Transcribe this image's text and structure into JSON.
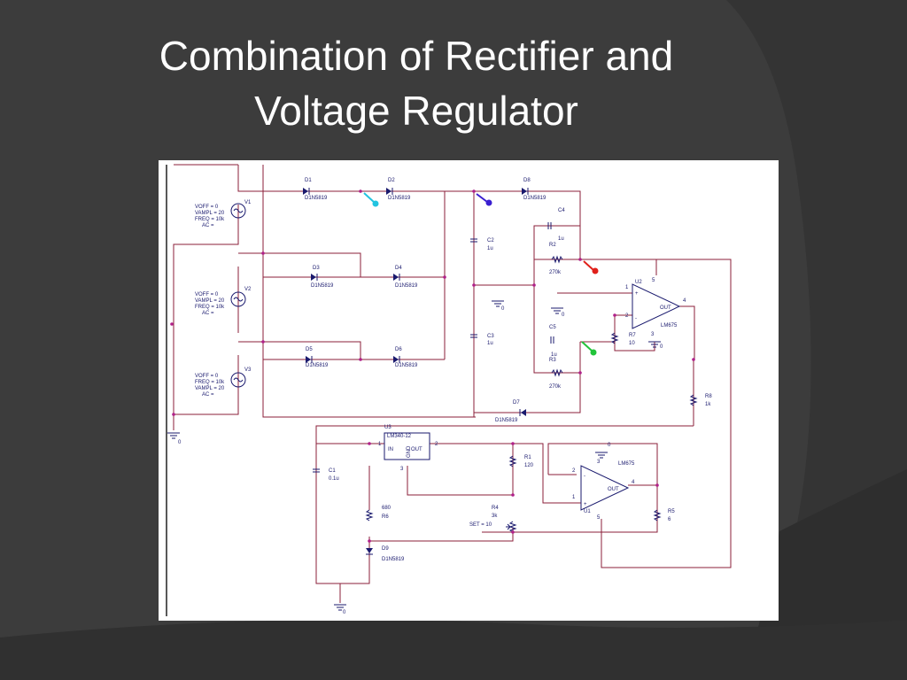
{
  "slide": {
    "title_line1": "Combination of Rectifier and",
    "title_line2": "Voltage Regulator"
  },
  "schematic": {
    "sources": [
      {
        "name": "V1",
        "params": [
          "VOFF = 0",
          "VAMPL = 20",
          "FREQ = 10k",
          "AC ="
        ]
      },
      {
        "name": "V2",
        "params": [
          "VOFF = 0",
          "VAMPL = 20",
          "FREQ = 10k",
          "AC ="
        ]
      },
      {
        "name": "V3",
        "params": [
          "VOFF = 0",
          "FREQ = 10k",
          "VAMPL = 20",
          "AC ="
        ]
      }
    ],
    "diodes": [
      {
        "ref": "D1",
        "part": "D1N5819"
      },
      {
        "ref": "D2",
        "part": "D1N5819"
      },
      {
        "ref": "D3",
        "part": "D1N5819"
      },
      {
        "ref": "D4",
        "part": "D1N5819"
      },
      {
        "ref": "D5",
        "part": "D1N5819"
      },
      {
        "ref": "D6",
        "part": "D1N5819"
      },
      {
        "ref": "D7",
        "part": "D1N5819"
      },
      {
        "ref": "D8",
        "part": "D1N5819"
      },
      {
        "ref": "D9",
        "part": "D1N5819"
      }
    ],
    "capacitors": [
      {
        "ref": "C1",
        "value": "0.1u"
      },
      {
        "ref": "C2",
        "value": "1u"
      },
      {
        "ref": "C3",
        "value": "1u"
      },
      {
        "ref": "C4",
        "value": "1u"
      },
      {
        "ref": "C5",
        "value": "1u"
      }
    ],
    "resistors": [
      {
        "ref": "R1",
        "value": "120"
      },
      {
        "ref": "R2",
        "value": "270k"
      },
      {
        "ref": "R3",
        "value": "270k"
      },
      {
        "ref": "R4",
        "value": "3k",
        "extra": "SET = 10"
      },
      {
        "ref": "R5",
        "value": "6"
      },
      {
        "ref": "R6",
        "value": "680"
      },
      {
        "ref": "R7",
        "value": "10"
      },
      {
        "ref": "R8",
        "value": "1k"
      }
    ],
    "opamps": [
      {
        "ref": "U2",
        "part": "LM675",
        "out": "OUT"
      },
      {
        "ref": "U1",
        "part": "LM675",
        "out": "OUT"
      }
    ],
    "regulator": {
      "ref": "U3",
      "part": "LM340-12",
      "in": "IN",
      "out": "OUT",
      "gnd": "GND"
    },
    "ground_label": "0",
    "pins": [
      "1",
      "2",
      "3",
      "4",
      "5"
    ],
    "probe_colors": {
      "cyan": "#22c4e0",
      "blue": "#3a1fd0",
      "red": "#e0201a",
      "green": "#22c43a"
    }
  }
}
